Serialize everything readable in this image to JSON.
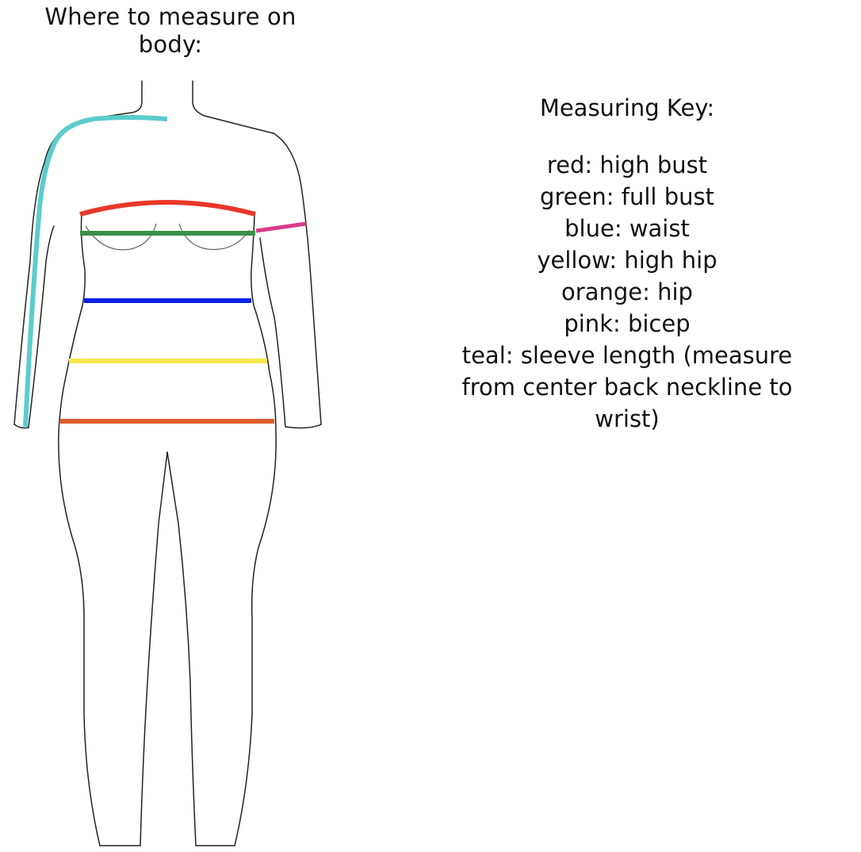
{
  "diagram": {
    "title": "Where to measure on body:",
    "key_title": "Measuring Key:",
    "key_items": [
      {
        "color_name": "red",
        "label": "red: high bust",
        "color": "#e8382a"
      },
      {
        "color_name": "green",
        "label": "green: full bust",
        "color": "#3a8f47"
      },
      {
        "color_name": "blue",
        "label": "blue: waist",
        "color": "#0b21e3"
      },
      {
        "color_name": "yellow",
        "label": "yellow: high hip",
        "color": "#f5e84a"
      },
      {
        "color_name": "orange",
        "label": "orange: hip",
        "color": "#e0602b"
      },
      {
        "color_name": "pink",
        "label": "pink: bicep",
        "color": "#d83c8a"
      },
      {
        "color_name": "teal",
        "label": "teal: sleeve length (measure from center back neckline to wrist)",
        "color": "#5ccccc"
      }
    ]
  }
}
